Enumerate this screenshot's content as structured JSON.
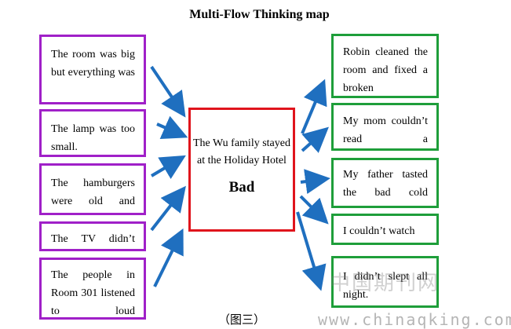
{
  "title": "Multi-Flow Thinking map",
  "center": {
    "text": "The Wu family stayed at the Holiday Hotel",
    "quality": "Bad"
  },
  "causes": [
    "The room was big but everything was",
    "The lamp was too small.",
    "The hamburgers were old and",
    "The TV didn’t",
    "The people in Room 301 listened to loud"
  ],
  "effects": [
    "Robin cleaned the room and fixed a broken",
    "My mom couldn’t read a",
    "My father tasted the bad cold",
    "I couldn’t watch",
    "I didn’t slept all night."
  ],
  "caption": "（图三）",
  "watermark": {
    "cn": "中国期刊网",
    "url": "www.chinaqking.com"
  },
  "colors": {
    "cause_border": "#a020c8",
    "effect_border": "#1e9e3a",
    "center_border": "#e0141c",
    "arrow": "#1f6fbf"
  }
}
